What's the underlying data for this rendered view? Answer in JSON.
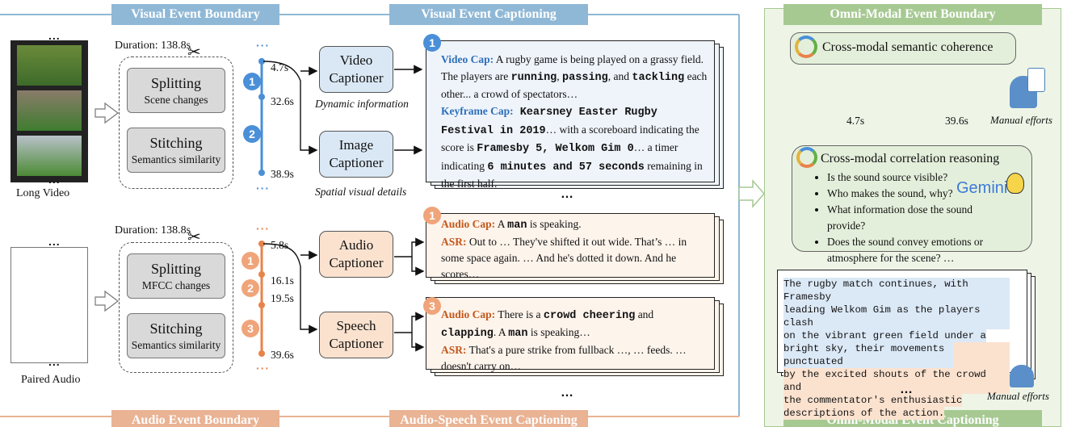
{
  "sections": {
    "visual_boundary": "Visual Event Boundary",
    "visual_captioning": "Visual Event Captioning",
    "audio_boundary": "Audio Event Boundary",
    "audio_speech_captioning": "Audio-Speech Event Captioning",
    "omni_boundary": "Omni-Modal Event Boundary",
    "omni_captioning": "Omni-Modal Event Captioning"
  },
  "visual": {
    "film_dots_top": "...",
    "film_dots_bottom": "...",
    "long_video_label": "Long Video",
    "duration": "Duration: 138.8s",
    "splitting_title": "Splitting",
    "splitting_sub": "Scene changes",
    "stitching_title": "Stitching",
    "stitching_sub": "Semantics similarity",
    "timeline_times": [
      "4.7s",
      "32.6s",
      "38.9s"
    ],
    "badge1": "1",
    "badge2": "2",
    "video_captioner": [
      "Video",
      "Captioner"
    ],
    "image_captioner": [
      "Image",
      "Captioner"
    ],
    "dynamic_info": "Dynamic information",
    "spatial_details": "Spatial visual details",
    "badge_cap": "1",
    "video_cap_label": "Video Cap:",
    "video_cap_1": " A rugby game is being played on a grassy field. The players are ",
    "video_cap_running": "running",
    "video_cap_comma": ", ",
    "video_cap_passing": "passing",
    "video_cap_and": ", and ",
    "video_cap_tackling": "tackling",
    "video_cap_2": " each other... a crowd of spectators…",
    "keyframe_label": "Keyframe Cap:",
    "keyframe_m1": " Kearsney Easter Rugby Festival in 2019",
    "keyframe_t1": "… with a scoreboard indicating the score is ",
    "keyframe_m2": "Framesby 5, Welkom Gim 0",
    "keyframe_t2": "… a timer indicating ",
    "keyframe_m3": "6 minutes and 57 seconds",
    "keyframe_t3": " remaining in the first half.",
    "more": "…"
  },
  "audio": {
    "film_dots_top": "...",
    "film_dots_bottom": "...",
    "paired_audio_label": "Paired Audio",
    "duration": "Duration: 138.8s",
    "splitting_title": "Splitting",
    "splitting_sub": "MFCC changes",
    "stitching_title": "Stitching",
    "stitching_sub": "Semantics similarity",
    "timeline_times": [
      "5.8s",
      "16.1s",
      "19.5s",
      "39.6s"
    ],
    "badge1": "1",
    "badge2": "2",
    "badge3": "3",
    "audio_captioner": [
      "Audio",
      "Captioner"
    ],
    "speech_captioner": [
      "Speech",
      "Captioner"
    ],
    "card1_badge": "1",
    "card1_audio_label": "Audio Cap:",
    "card1_audio_t1": " A ",
    "card1_audio_man": "man",
    "card1_audio_t2": " is speaking.",
    "card1_asr_label": "ASR:",
    "card1_asr": " Out to … They've shifted it out wide. That’s … in some space again. … And he's dotted it down. And he scores…",
    "card3_badge": "3",
    "card3_audio_label": "Audio Cap:",
    "card3_t1": " There is a ",
    "card3_m1": "crowd cheering",
    "card3_t2": " and ",
    "card3_m2": "clapping",
    "card3_t3": ". A ",
    "card3_m3": "man",
    "card3_t4": " is speaking…",
    "card3_asr_label": "ASR:",
    "card3_asr": " That's a pure strike from fullback …, … feeds. … doesn't carry on…",
    "more": "…"
  },
  "omni": {
    "coherence": "Cross-modal semantic coherence",
    "t1": "4.7s",
    "t2": "39.6s",
    "manual_efforts_1": "Manual efforts",
    "reasoning": "Cross-modal correlation reasoning",
    "questions": [
      "Is the sound source visible?",
      "Who makes the sound, why?",
      "What information dose the sound provide?",
      "Does the sound convey emotions or atmosphere for the scene? …"
    ],
    "gemini": "Gemini",
    "caption_lines": [
      "The rugby match continues, with Framesby",
      "leading Welkom Gim as the players clash",
      "on the vibrant green field under a",
      "bright sky, their movements punctuated",
      "by the excited shouts of the crowd and",
      "the commentator's enthusiastic",
      "descriptions of the action."
    ],
    "more": "…",
    "manual_efforts_2": "Manual efforts"
  },
  "colors": {
    "blue_section": "#8fb8d6",
    "orange_section": "#e9b394",
    "green_section": "#a6c992",
    "blue_timeline": "#4a8fd8",
    "orange_timeline": "#e8834a",
    "green_timeline": "#64b046"
  }
}
